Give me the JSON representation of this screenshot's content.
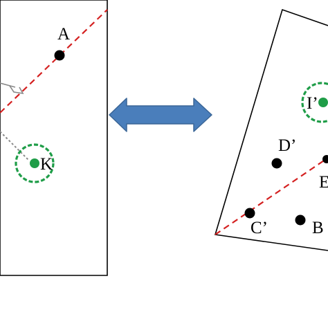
{
  "colors": {
    "background": "#ffffff",
    "frame": "#000000",
    "dashed_line": "#d42020",
    "target_circle": "#1f9d48",
    "green_point": "#1f9d48",
    "black_point": "#000000",
    "perpendicular": "#888888",
    "arrow_fill": "#4a7ebb",
    "arrow_stroke": "#3a6596"
  },
  "icons": {
    "double_arrow": "double-arrow-icon"
  },
  "left_panel": {
    "labels": {
      "point_a": "A",
      "point_k": "K"
    }
  },
  "right_panel": {
    "labels": {
      "point_i_prime": "I’",
      "point_d_prime": "D’",
      "point_e_partial": "E",
      "point_c_prime": "C’",
      "point_b_partial": "B"
    }
  }
}
